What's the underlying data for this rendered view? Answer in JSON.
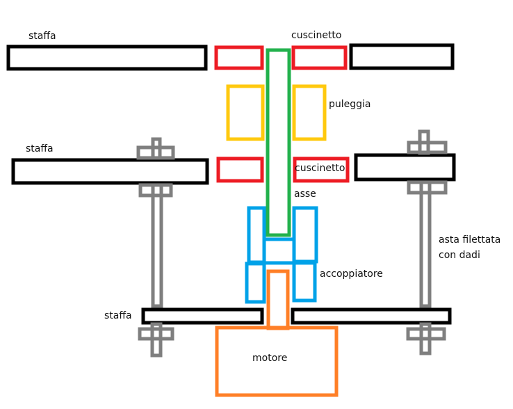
{
  "title": "Schema assemblaggio motore - asse - puleggia",
  "colors": {
    "staffa": "#000000",
    "cuscinetto": "#ed1c24",
    "asse": "#22b14c",
    "puleggia": "#ffc90e",
    "accoppiatore": "#00a2e8",
    "motore": "#ff7f27",
    "asta": "#7f7f7f"
  },
  "labels": {
    "staffa_top": "staffa",
    "staffa_mid": "staffa",
    "staffa_bottom": "staffa",
    "cuscinetto_top": "cuscinetto",
    "cuscinetto_mid": "cuscinetto",
    "puleggia": "puleggia",
    "asse": "asse",
    "accoppiatore": "accoppiatore",
    "asta_line1": "asta filettata",
    "asta_line2": "con dadi",
    "motore": "motore"
  }
}
